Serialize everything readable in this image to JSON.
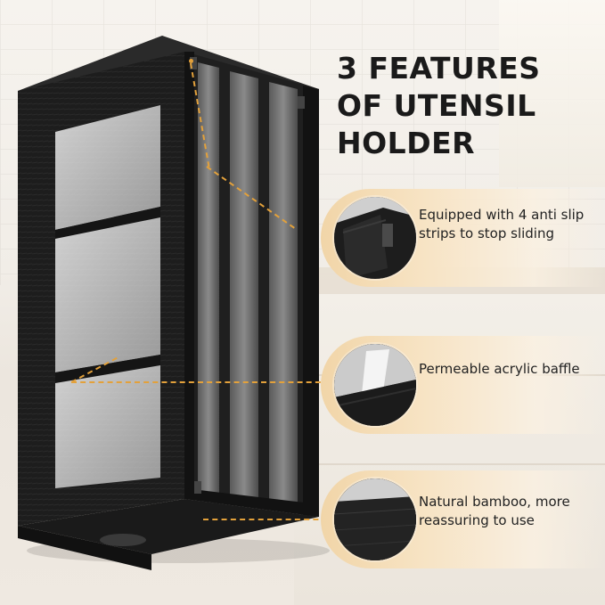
{
  "image": {
    "title": "3 FEATURES OF UTENSIL HOLDER",
    "colors": {
      "accent": "#e3a13b",
      "band": "#f1d5a8",
      "bamboo": "#1c1c1c",
      "background": "#f3efe9"
    },
    "features": [
      {
        "icon": "anti-slip-corner-closeup",
        "text": "Equipped with 4 anti slip strips to stop sliding"
      },
      {
        "icon": "acrylic-baffle-closeup",
        "text": "Permeable acrylic baffle"
      },
      {
        "icon": "bamboo-texture-closeup",
        "text": "Natural bamboo, more reassuring to use"
      }
    ]
  }
}
